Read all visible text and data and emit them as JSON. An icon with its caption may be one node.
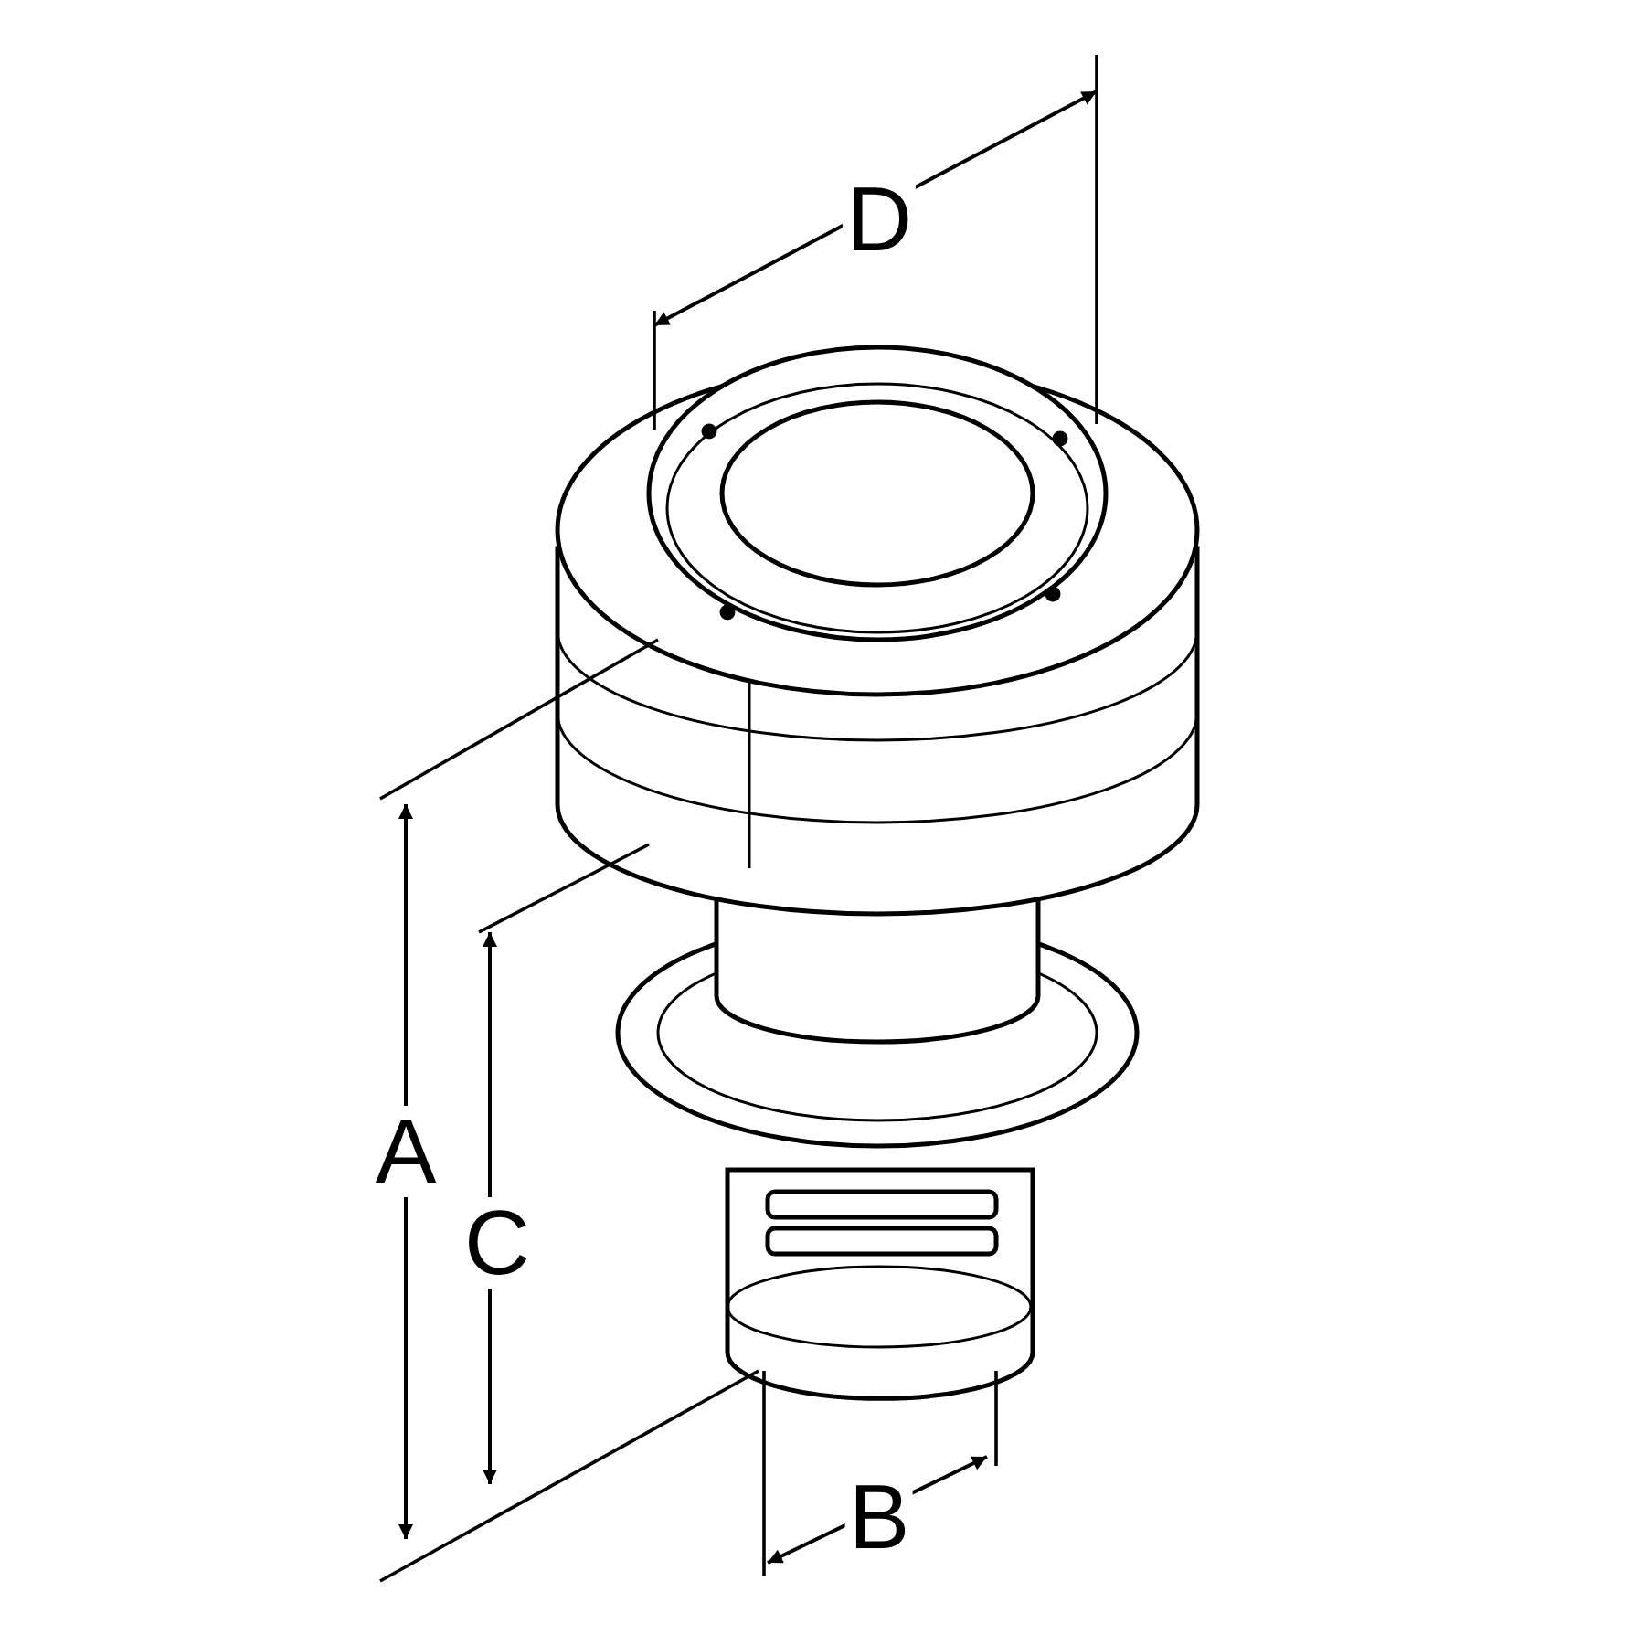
{
  "diagram": {
    "labels": [
      "D",
      "A",
      "C",
      "B"
    ]
  }
}
